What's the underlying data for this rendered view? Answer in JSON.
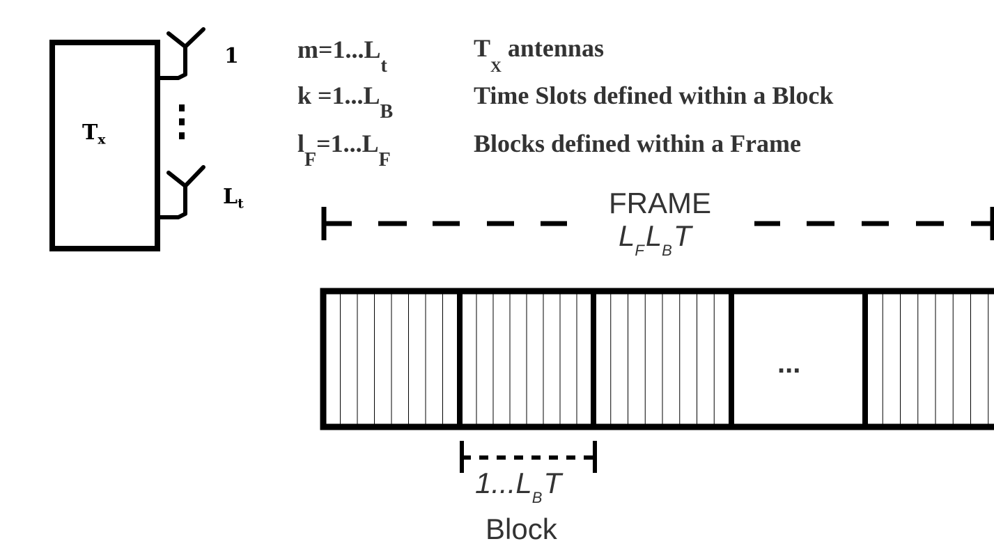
{
  "transmitter": {
    "label_main": "T",
    "label_sub": "x",
    "antenna_first_label": "1",
    "antenna_ellipsis": ":",
    "antenna_last_main": "L",
    "antenna_last_sub": "t"
  },
  "legend": {
    "rows": [
      {
        "symbol_main": "m=1...L",
        "symbol_sub": "t",
        "desc_main": "T",
        "desc_sub": "X",
        "desc_rest": "antennas"
      },
      {
        "symbol_main": "k =1...L",
        "symbol_sub": "B",
        "desc": "Time Slots defined within a Block"
      },
      {
        "symbol_pre": "l",
        "symbol_pre_sub": "F",
        "symbol_main": "=1...L",
        "symbol_sub": "F",
        "desc": "Blocks defined within a Frame"
      }
    ]
  },
  "frame": {
    "title": "FRAME",
    "symbol_a": "L",
    "symbol_a_sub": "F",
    "symbol_b": "L",
    "symbol_b_sub": "B",
    "symbol_c": "T"
  },
  "timeline": {
    "ellipsis": "...",
    "slots_per_block": 8
  },
  "block": {
    "symbol_pre": "1...L",
    "symbol_sub": "B",
    "symbol_post": "T",
    "label": "Block"
  },
  "colors": {
    "line": "#000000",
    "text": "#333333"
  }
}
